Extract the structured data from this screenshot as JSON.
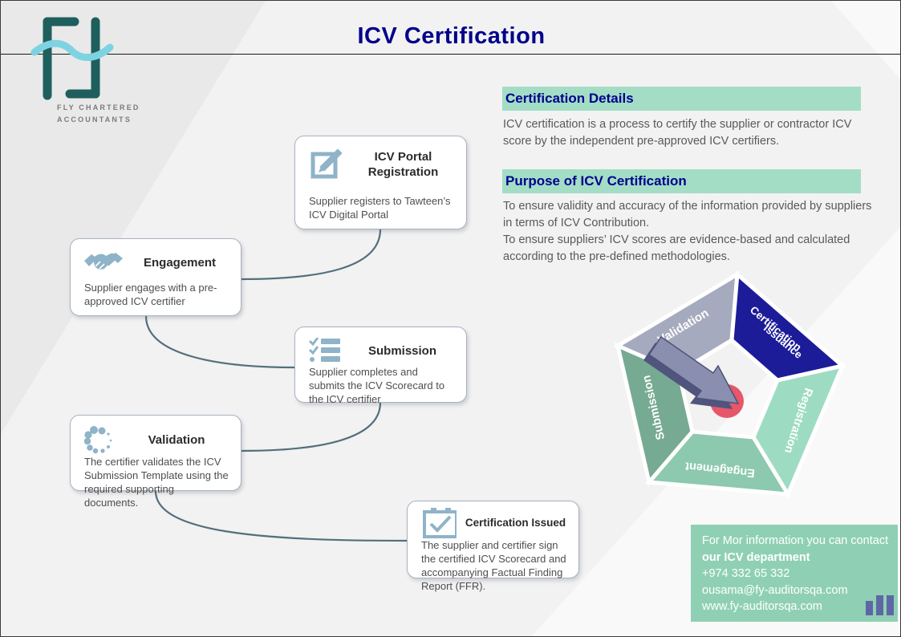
{
  "header": {
    "title": "ICV Certification"
  },
  "logo": {
    "name_line1": "FLY CHARTERED",
    "name_line2": "ACCOUNTANTS"
  },
  "flow": {
    "steps": [
      {
        "icon": "edit-icon",
        "title": "ICV Portal Registration",
        "description": "Supplier registers to Tawteen’s ICV Digital Portal"
      },
      {
        "icon": "handshake-icon",
        "title": "Engagement",
        "description": "Supplier engages with a pre-approved ICV certifier"
      },
      {
        "icon": "checklist-icon",
        "title": "Submission",
        "description": "Supplier completes and submits the ICV Scorecard to the ICV certifier"
      },
      {
        "icon": "spinner-dots-icon",
        "title": "Validation",
        "description": "The certifier validates the ICV Submission Template using the required supporting documents."
      },
      {
        "icon": "calendar-check-icon",
        "title": "Certification Issued",
        "description": "The supplier and certifier sign the certified ICV Scorecard and accompanying Factual Finding Report (FFR)."
      }
    ]
  },
  "sections": [
    {
      "heading": "Certification Details",
      "body": "ICV certification is a process to certify the supplier or contractor ICV score by the independent pre-approved ICV certifiers."
    },
    {
      "heading": "Purpose of ICV Certification",
      "body_line1": "To ensure validity and accuracy of the information provided by suppliers in terms of ICV Contribution.",
      "body_line2": "To ensure suppliers’ ICV scores are evidence-based and calculated according to the pre-defined methodologies."
    }
  ],
  "pentagon": {
    "segments": [
      {
        "label": "Validation",
        "color": "#a6aabe"
      },
      {
        "label": "Certification Issuance",
        "lines": [
          "Certification",
          "Issuance"
        ],
        "color": "#1c1c99"
      },
      {
        "label": "Registration",
        "color": "#9ddcc3"
      },
      {
        "label": "Engagement",
        "color": "#8cc9ae"
      },
      {
        "label": "Submission",
        "color": "#77aa92"
      }
    ],
    "center_dot_color": "#e8566a",
    "arrow_color": "#8a8fb0",
    "arrow_shadow_color": "#50557e"
  },
  "contact": {
    "line1": "For Mor information you can contact",
    "line2": "our ICV department",
    "phone": "+974 332 65 332",
    "email": "ousama@fy-auditorsqa.com",
    "website": "www.fy-auditorsqa.com"
  },
  "colors": {
    "title_navy": "#00008b",
    "section_bar_green": "#a3ddc6",
    "contact_green": "#8fd0b4",
    "icon_steel_blue": "#8fb3c8",
    "connector": "#53707c",
    "logo_teal": "#1e5f5e",
    "logo_wave_blue": "#7ed3e2"
  }
}
